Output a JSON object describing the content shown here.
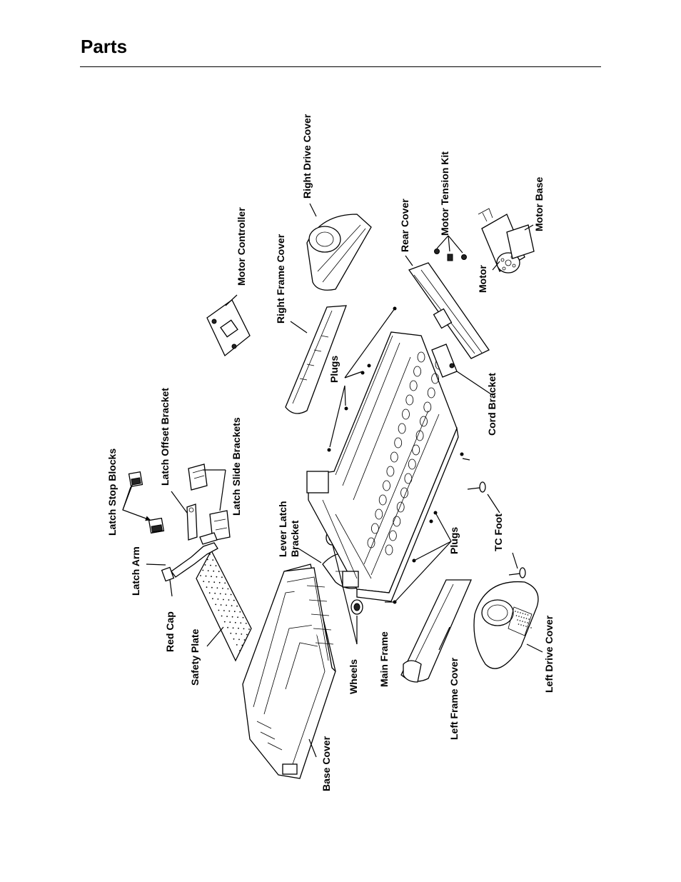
{
  "page": {
    "title": "Parts"
  },
  "labels": {
    "latch_stop_blocks": "Latch Stop Blocks",
    "latch_offset_bracket": "Latch Offset Bracket",
    "latch_slide_brackets": "Latch Slide Brackets",
    "latch_arm": "Latch Arm",
    "red_cap": "Red Cap",
    "safety_plate": "Safety Plate",
    "base_cover": "Base Cover",
    "wheels": "Wheels",
    "lever_latch_bracket_1": "Lever Latch",
    "lever_latch_bracket_2": "Bracket",
    "main_frame": "Main Frame",
    "left_frame_cover": "Left Frame Cover",
    "plugs_lower": "Plugs",
    "plugs_upper": "Plugs",
    "tc_foot": "TC Foot",
    "left_drive_cover": "Left Drive Cover",
    "motor_controller": "Motor Controller",
    "right_frame_cover": "Right Frame Cover",
    "right_drive_cover": "Right Drive Cover",
    "rear_cover": "Rear Cover",
    "motor_tension_kit": "Motor Tension Kit",
    "motor_base": "Motor Base",
    "motor": "Motor",
    "cord_bracket": "Cord Bracket"
  }
}
